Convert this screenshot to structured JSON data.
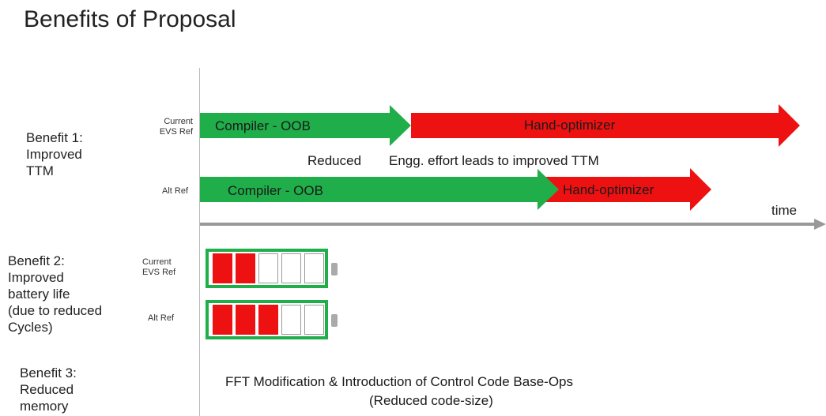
{
  "title": "Benefits of Proposal",
  "benefit1": {
    "label_lines": [
      "Benefit 1:",
      "Improved",
      "TTM"
    ],
    "row1_label": [
      "Current",
      "EVS Ref"
    ],
    "row2_label": "Alt Ref",
    "row1_green": "Compiler - OOB",
    "row1_red": "Hand-optimizer",
    "note_left": "Reduced",
    "note_right": "Engg. effort leads to improved TTM",
    "row2_green": "Compiler - OOB",
    "row2_red": "Hand-optimizer",
    "axis_label": "time"
  },
  "benefit2": {
    "label_lines": [
      "Benefit 2:",
      "Improved",
      "battery life",
      "(due to reduced",
      "Cycles)"
    ],
    "row1_label": [
      "Current",
      "EVS Ref"
    ],
    "row2_label": "Alt Ref",
    "row1_filled": 2,
    "row2_filled": 3,
    "cells": 5
  },
  "benefit3": {
    "label_lines": [
      "Benefit 3:",
      "Reduced",
      "memory"
    ],
    "text_line1": "FFT Modification & Introduction of Control Code Base-Ops",
    "text_line2": "(Reduced code-size)"
  },
  "colors": {
    "green": "#1fae4a",
    "red": "#ee1111",
    "axis": "#999999"
  }
}
